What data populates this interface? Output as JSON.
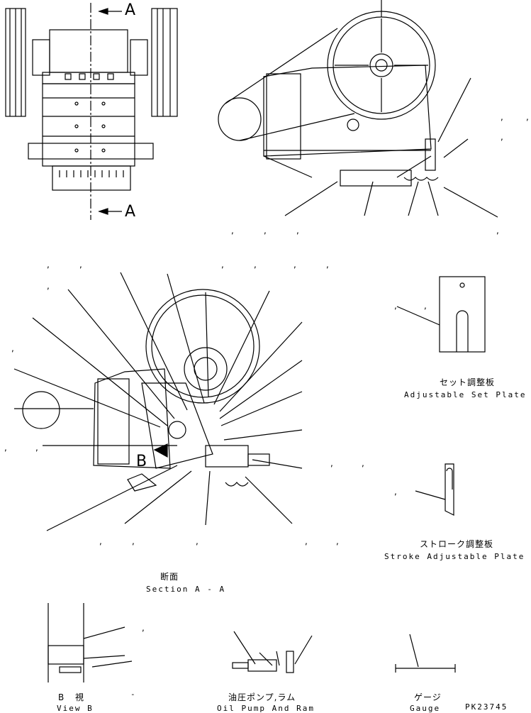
{
  "section_markers": {
    "top": "A",
    "bottom": "A",
    "view": "B"
  },
  "labels": {
    "adjustable_set_plate_jp": "セット調整板",
    "adjustable_set_plate_en": "Adjustable Set Plate",
    "stroke_adjustable_plate_jp": "ストローク調整板",
    "stroke_adjustable_plate_en": "Stroke Adjustable Plate",
    "section_jp": "断面",
    "section_en": "Section A - A",
    "view_b_jp": "B 視",
    "view_b_en": "View B",
    "oil_pump_jp": "油圧ポンプ,ラム",
    "oil_pump_en": "Oil Pump And Ram",
    "gauge_jp": "ゲージ",
    "gauge_en": "Gauge",
    "part_code": "PK23745",
    "dash": "-"
  },
  "callout_separator": ","
}
